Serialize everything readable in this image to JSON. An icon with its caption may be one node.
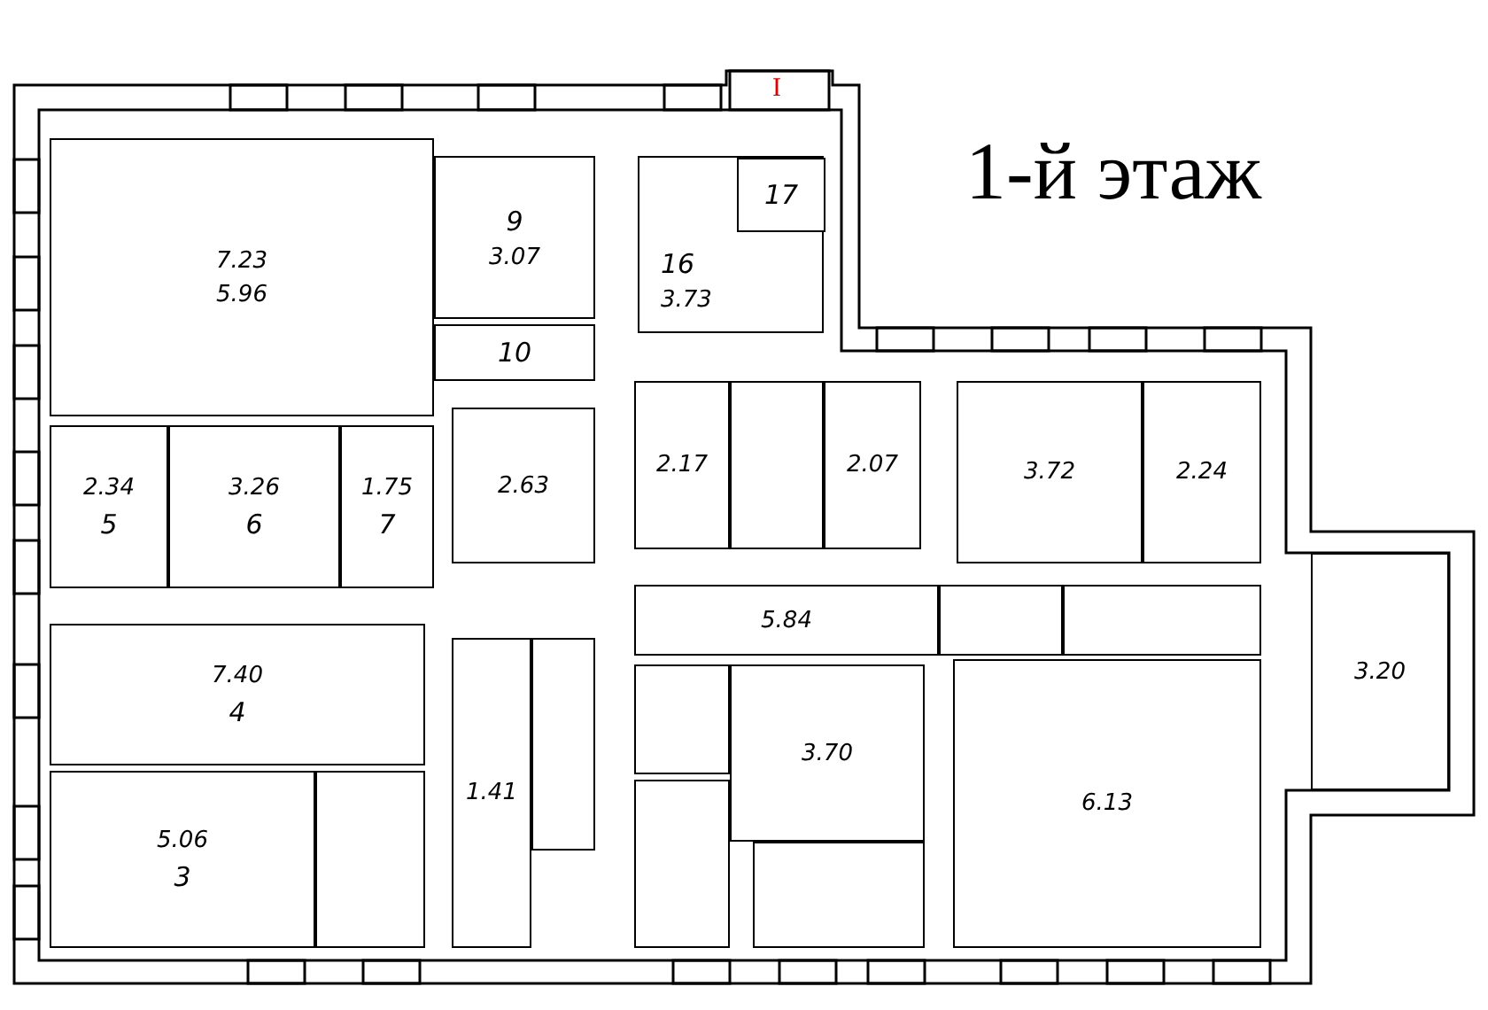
{
  "diagram": {
    "title": "1-й этаж",
    "nodes": [
      {
        "text": [
          "7.23",
          "5.96"
        ]
      },
      {
        "text": [
          "9",
          "3.07"
        ]
      },
      {
        "text": [
          "10"
        ]
      },
      {
        "text": [
          "16",
          "3.73"
        ]
      },
      {
        "text": [
          "17"
        ],
        "in": 3
      },
      {
        "text": [
          "2.34",
          "5"
        ]
      },
      {
        "text": [
          "3.26",
          "6"
        ]
      },
      {
        "text": [
          "1.75",
          "7"
        ]
      },
      {
        "text": [
          "2.63"
        ]
      },
      {
        "text": [
          "2.17"
        ]
      },
      {
        "text": [],
        "shape": "box"
      },
      {
        "text": [
          "2.07"
        ]
      },
      {
        "text": [
          "3.72"
        ]
      },
      {
        "text": [
          "2.24"
        ]
      },
      {
        "text": [
          "5.84"
        ]
      },
      {
        "text": [],
        "shape": "box"
      },
      {
        "text": [],
        "shape": "box"
      },
      {
        "text": [
          "3.20"
        ]
      },
      {
        "text": [
          "7.40",
          "4"
        ]
      },
      {
        "text": [
          "5.06",
          "3"
        ]
      },
      {
        "text": [],
        "shape": "box"
      },
      {
        "text": [
          "1.41"
        ]
      },
      {
        "text": [],
        "shape": "box"
      },
      {
        "text": [],
        "shape": "box"
      },
      {
        "text": [
          "3.70"
        ]
      },
      {
        "text": [],
        "shape": "box"
      },
      {
        "text": [],
        "shape": "box"
      },
      {
        "text": [
          "6.13"
        ]
      }
    ],
    "labels": [
      "I"
    ]
  }
}
